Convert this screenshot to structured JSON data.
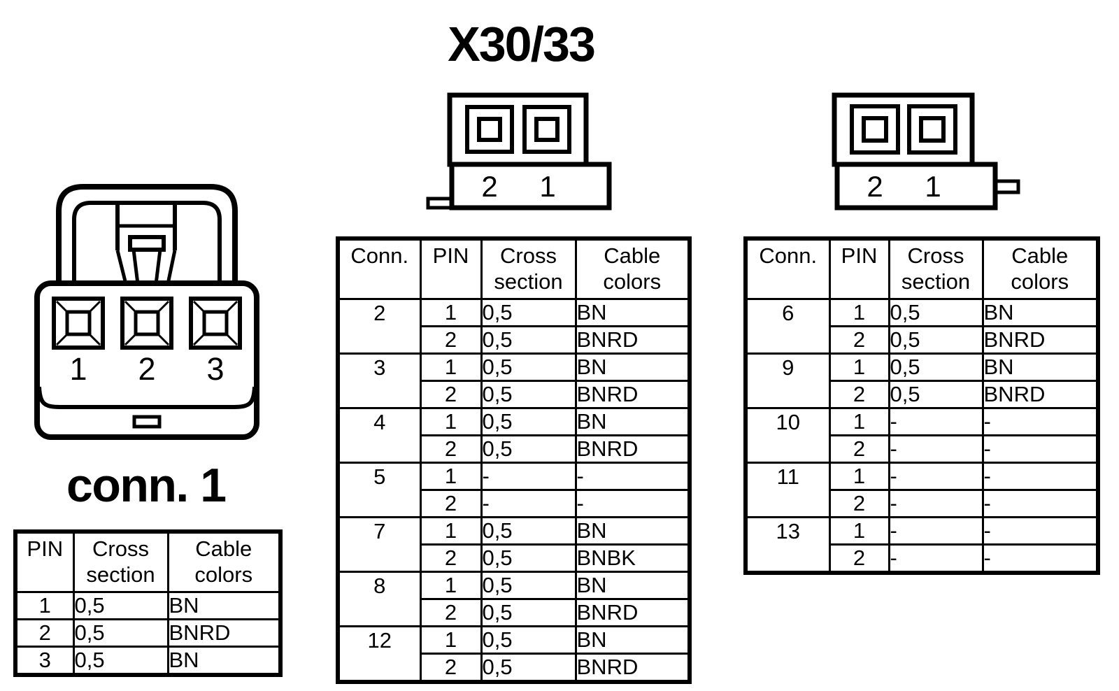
{
  "title": "X30/33",
  "conn1": {
    "caption": "conn. 1",
    "drawing": {
      "pin_labels": [
        "1",
        "2",
        "3"
      ]
    },
    "table": {
      "headers": [
        "PIN",
        "Cross section",
        "Cable colors"
      ],
      "rows": [
        {
          "pin": "1",
          "cross": "0,5",
          "colors": "BN"
        },
        {
          "pin": "2",
          "cross": "0,5",
          "colors": "BNRD"
        },
        {
          "pin": "3",
          "cross": "0,5",
          "colors": "BN"
        }
      ]
    }
  },
  "middle_connector": {
    "drawing": {
      "pin_labels": [
        "2",
        "1"
      ]
    },
    "table": {
      "headers": [
        "Conn.",
        "PIN",
        "Cross section",
        "Cable colors"
      ],
      "groups": [
        {
          "conn": "2",
          "pins": [
            {
              "pin": "1",
              "cross": "0,5",
              "colors": "BN"
            },
            {
              "pin": "2",
              "cross": "0,5",
              "colors": "BNRD"
            }
          ]
        },
        {
          "conn": "3",
          "pins": [
            {
              "pin": "1",
              "cross": "0,5",
              "colors": "BN"
            },
            {
              "pin": "2",
              "cross": "0,5",
              "colors": "BNRD"
            }
          ]
        },
        {
          "conn": "4",
          "pins": [
            {
              "pin": "1",
              "cross": "0,5",
              "colors": "BN"
            },
            {
              "pin": "2",
              "cross": "0,5",
              "colors": "BNRD"
            }
          ]
        },
        {
          "conn": "5",
          "pins": [
            {
              "pin": "1",
              "cross": "-",
              "colors": "-"
            },
            {
              "pin": "2",
              "cross": "-",
              "colors": "-"
            }
          ]
        },
        {
          "conn": "7",
          "pins": [
            {
              "pin": "1",
              "cross": "0,5",
              "colors": "BN"
            },
            {
              "pin": "2",
              "cross": "0,5",
              "colors": "BNBK"
            }
          ]
        },
        {
          "conn": "8",
          "pins": [
            {
              "pin": "1",
              "cross": "0,5",
              "colors": "BN"
            },
            {
              "pin": "2",
              "cross": "0,5",
              "colors": "BNRD"
            }
          ]
        },
        {
          "conn": "12",
          "pins": [
            {
              "pin": "1",
              "cross": "0,5",
              "colors": "BN"
            },
            {
              "pin": "2",
              "cross": "0,5",
              "colors": "BNRD"
            }
          ]
        }
      ]
    }
  },
  "right_connector": {
    "drawing": {
      "pin_labels": [
        "2",
        "1"
      ]
    },
    "table": {
      "headers": [
        "Conn.",
        "PIN",
        "Cross section",
        "Cable colors"
      ],
      "groups": [
        {
          "conn": "6",
          "pins": [
            {
              "pin": "1",
              "cross": "0,5",
              "colors": "BN"
            },
            {
              "pin": "2",
              "cross": "0,5",
              "colors": "BNRD"
            }
          ]
        },
        {
          "conn": "9",
          "pins": [
            {
              "pin": "1",
              "cross": "0,5",
              "colors": "BN"
            },
            {
              "pin": "2",
              "cross": "0,5",
              "colors": "BNRD"
            }
          ]
        },
        {
          "conn": "10",
          "pins": [
            {
              "pin": "1",
              "cross": "-",
              "colors": "-"
            },
            {
              "pin": "2",
              "cross": "-",
              "colors": "-"
            }
          ]
        },
        {
          "conn": "11",
          "pins": [
            {
              "pin": "1",
              "cross": "-",
              "colors": "-"
            },
            {
              "pin": "2",
              "cross": "-",
              "colors": "-"
            }
          ]
        },
        {
          "conn": "13",
          "pins": [
            {
              "pin": "1",
              "cross": "-",
              "colors": "-"
            },
            {
              "pin": "2",
              "cross": "-",
              "colors": "-"
            }
          ]
        }
      ]
    }
  },
  "colors": {
    "ink": "#000000",
    "paper": "#ffffff"
  }
}
